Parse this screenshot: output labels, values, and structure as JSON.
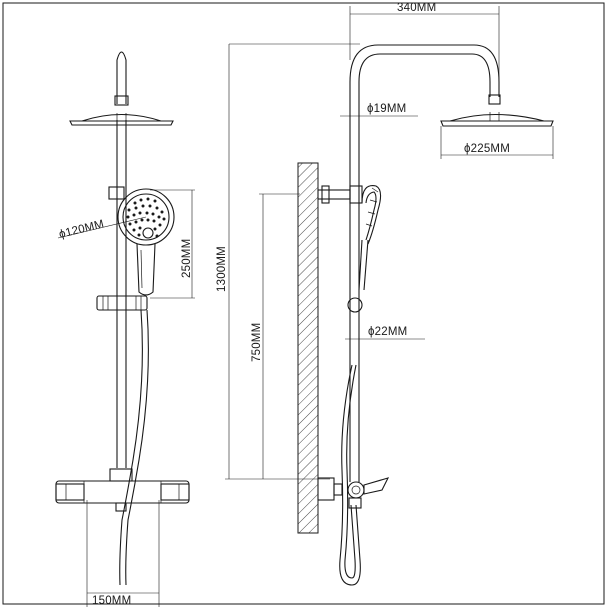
{
  "labels": {
    "overall_width": "340MM",
    "pipe_diameter_top": "ϕ19MM",
    "head_diameter": "ϕ225MM",
    "hand_shower_diameter": "ϕ120MM",
    "hand_shower_height": "250MM",
    "total_height": "1300MM",
    "lower_height": "750MM",
    "pipe_diameter_lower": "ϕ22MM",
    "base_width": "150MM"
  }
}
